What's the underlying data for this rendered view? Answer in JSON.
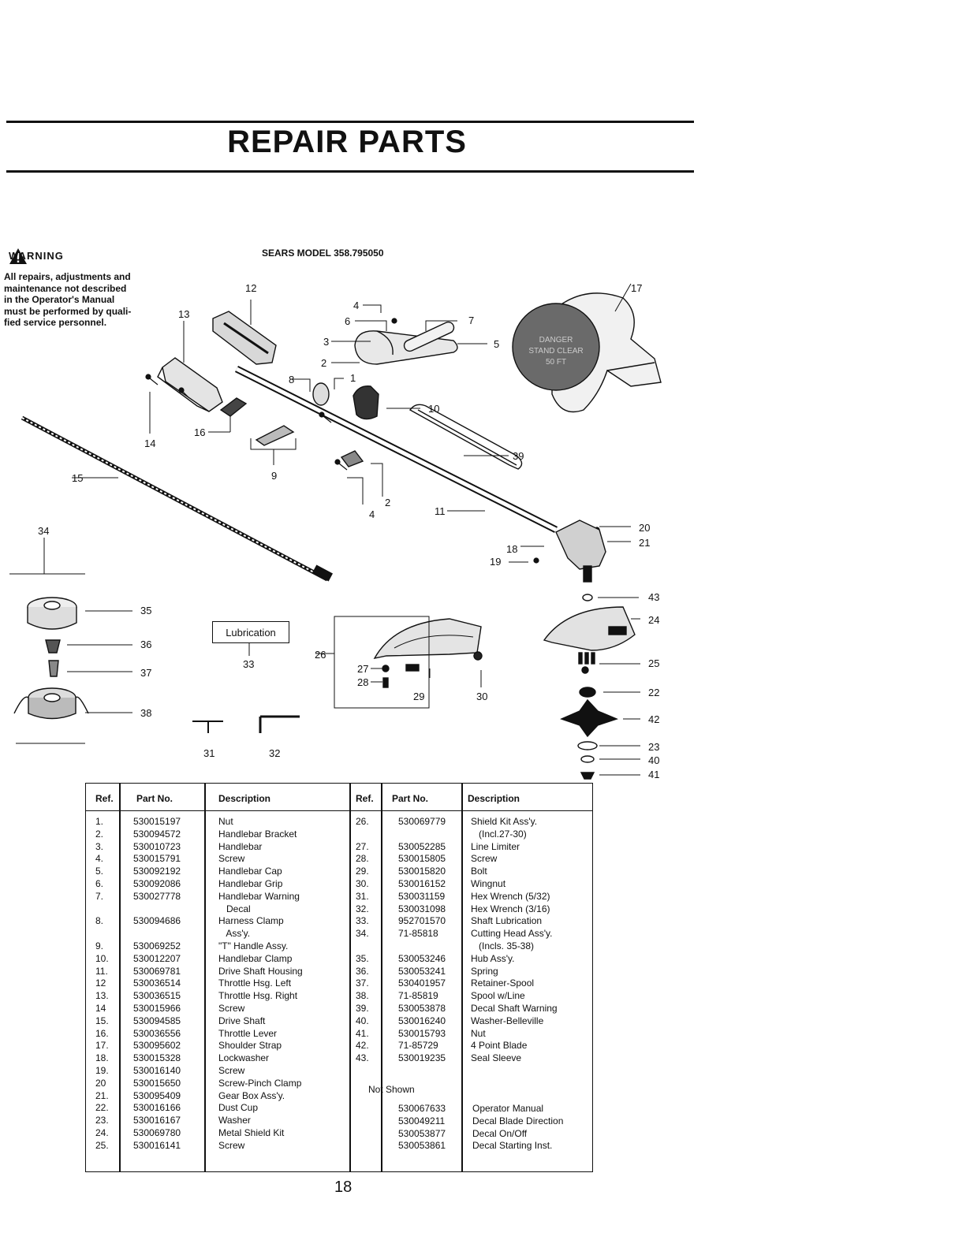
{
  "page": {
    "title": "REPAIR PARTS",
    "page_number": "18",
    "model": "SEARS MODEL 358.795050"
  },
  "warning": {
    "label": "WARNING",
    "lines": [
      "All repairs, adjustments and",
      "maintenance not described",
      "in the Operator's Manual",
      "must be performed by quali-",
      "fied service personnel."
    ]
  },
  "diagram": {
    "lubrication_label": "Lubrication",
    "callouts": [
      "1",
      "2",
      "2",
      "3",
      "4",
      "4",
      "5",
      "6",
      "7",
      "8",
      "9",
      "10",
      "11",
      "12",
      "13",
      "14",
      "15",
      "16",
      "17",
      "18",
      "19",
      "20",
      "21",
      "22",
      "23",
      "24",
      "25",
      "26",
      "27",
      "28",
      "29",
      "30",
      "31",
      "32",
      "33",
      "34",
      "35",
      "36",
      "37",
      "38",
      "39",
      "40",
      "41",
      "42",
      "43"
    ],
    "warning_decal_text": [
      "DANGER",
      "STAND CLEAR",
      "50 FT"
    ]
  },
  "table": {
    "headers": [
      "Ref.",
      "Part No.",
      "Description",
      "Ref.",
      "Part No.",
      "Description"
    ],
    "left_refs": [
      "1.",
      "2.",
      "3.",
      "4.",
      "5.",
      "6.",
      "7.",
      "",
      "8.",
      "",
      "9.",
      "10.",
      "11.",
      "12",
      "13.",
      "14",
      "15.",
      "16.",
      "17.",
      "18.",
      "19.",
      "20",
      "21.",
      "22.",
      "23.",
      "24.",
      "25."
    ],
    "left_parts": [
      "530015197",
      "530094572",
      "530010723",
      "530015791",
      "530092192",
      "530092086",
      "530027778",
      "",
      "530094686",
      "",
      "530069252",
      "530012207",
      "530069781",
      "530036514",
      "530036515",
      "530015966",
      "530094585",
      "530036556",
      "530095602",
      "530015328",
      "530016140",
      "530015650",
      "530095409",
      "530016166",
      "530016167",
      "530069780",
      "530016141"
    ],
    "left_desc": [
      "Nut",
      "Handlebar Bracket",
      "Handlebar",
      "Screw",
      "Handlebar Cap",
      "Handlebar Grip",
      "Handlebar Warning",
      "   Decal",
      "Harness Clamp",
      "   Ass'y.",
      "\"T\" Handle Assy.",
      "Handlebar Clamp",
      "Drive Shaft Housing",
      "Throttle Hsg. Left",
      "Throttle Hsg. Right",
      "Screw",
      "Drive Shaft",
      "Throttle Lever",
      "Shoulder Strap",
      "Lockwasher",
      "Screw",
      "Screw-Pinch Clamp",
      "Gear Box Ass'y.",
      "Dust Cup",
      "Washer",
      "Metal Shield Kit",
      "Screw"
    ],
    "right_refs": [
      "26.",
      "",
      "27.",
      "28.",
      "29.",
      "30.",
      "31.",
      "32.",
      "33.",
      "34.",
      "",
      "35.",
      "36.",
      "37.",
      "38.",
      "39.",
      "40.",
      "41.",
      "42.",
      "43."
    ],
    "right_parts": [
      "530069779",
      "",
      "530052285",
      "530015805",
      "530015820",
      "530016152",
      "530031159",
      "530031098",
      "952701570",
      "71-85818",
      "",
      "530053246",
      "530053241",
      "530401957",
      "71-85819",
      "530053878",
      "530016240",
      "530015793",
      "71-85729",
      "530019235"
    ],
    "right_desc": [
      "Shield Kit Ass'y.",
      "   (Incl.27-30)",
      "Line Limiter",
      "Screw",
      "Bolt",
      "Wingnut",
      "Hex Wrench (5/32)",
      "Hex Wrench (3/16)",
      "Shaft Lubrication",
      "Cutting Head Ass'y.",
      "   (Incls. 35-38)",
      "Hub Ass'y.",
      "Spring",
      "Retainer-Spool",
      "Spool w/Line",
      "Decal Shaft Warning",
      "Washer-Belleville",
      "Nut",
      "4 Point Blade",
      "Seal Sleeve"
    ],
    "not_shown_label": "Not Shown",
    "not_shown_parts": [
      "530067633",
      "530049211",
      "530053877",
      "530053861"
    ],
    "not_shown_desc": [
      "Operator Manual",
      "Decal Blade Direction",
      "Decal On/Off",
      "Decal Starting Inst."
    ]
  }
}
